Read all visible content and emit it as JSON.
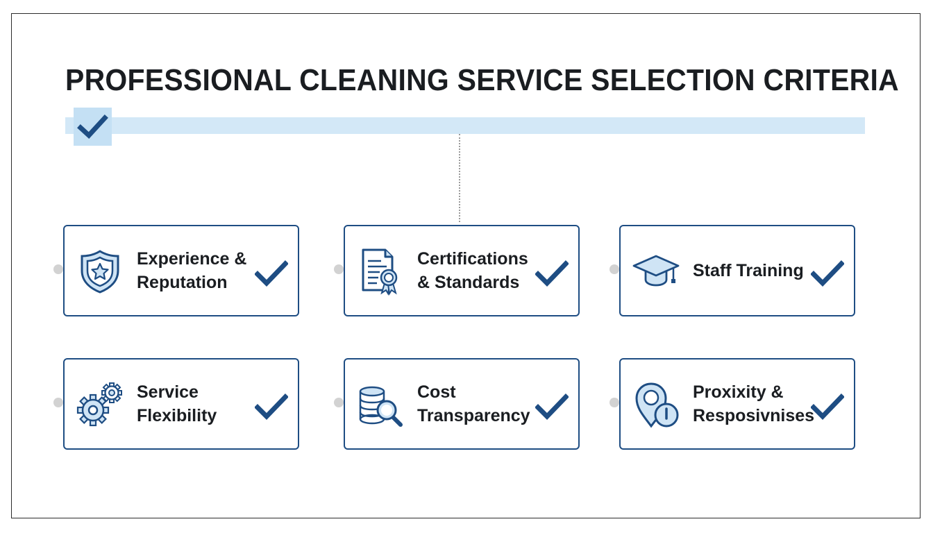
{
  "title": "PROFESSIONAL CLEANING SERVICE SELECTION CRITERIA",
  "colors": {
    "accent": "#1e4d83",
    "track": "#d3e8f7",
    "icon_fill": "#cfe4f5"
  },
  "progress": {
    "icon": "check-icon"
  },
  "criteria": [
    {
      "label": "Experience &\nReputation",
      "icon": "shield-star-icon",
      "checked": true
    },
    {
      "label": "Certifications\n& Standards",
      "icon": "certificate-icon",
      "checked": true
    },
    {
      "label": "Staff Training",
      "icon": "graduation-cap-icon",
      "checked": true
    },
    {
      "label": "Service\nFlexibility",
      "icon": "gears-icon",
      "checked": true
    },
    {
      "label": "Cost\nTransparency",
      "icon": "coins-magnifier-icon",
      "checked": true
    },
    {
      "label": "Proxixity &\nResposivnises",
      "icon": "location-clock-icon",
      "checked": true
    }
  ]
}
